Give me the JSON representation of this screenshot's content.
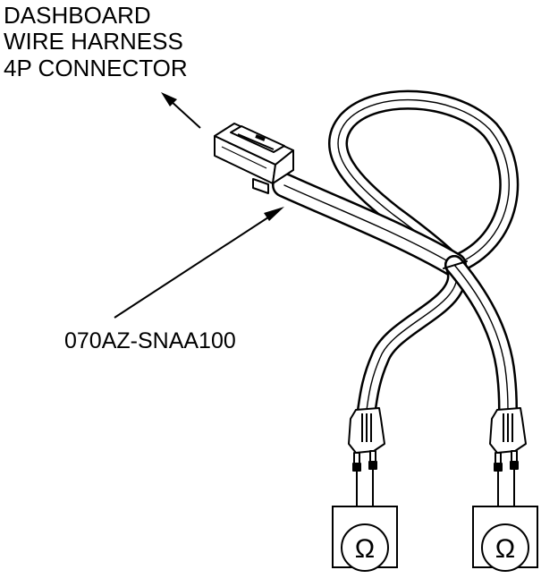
{
  "labels": {
    "connector_line1": "DASHBOARD",
    "connector_line2": "WIRE HARNESS",
    "connector_line3": "4P CONNECTOR",
    "part_number": "070AZ-SNAA100"
  },
  "meters": {
    "left_symbol": "Ω",
    "right_symbol": "Ω"
  },
  "colors": {
    "ink": "#000000",
    "paper": "#ffffff"
  }
}
